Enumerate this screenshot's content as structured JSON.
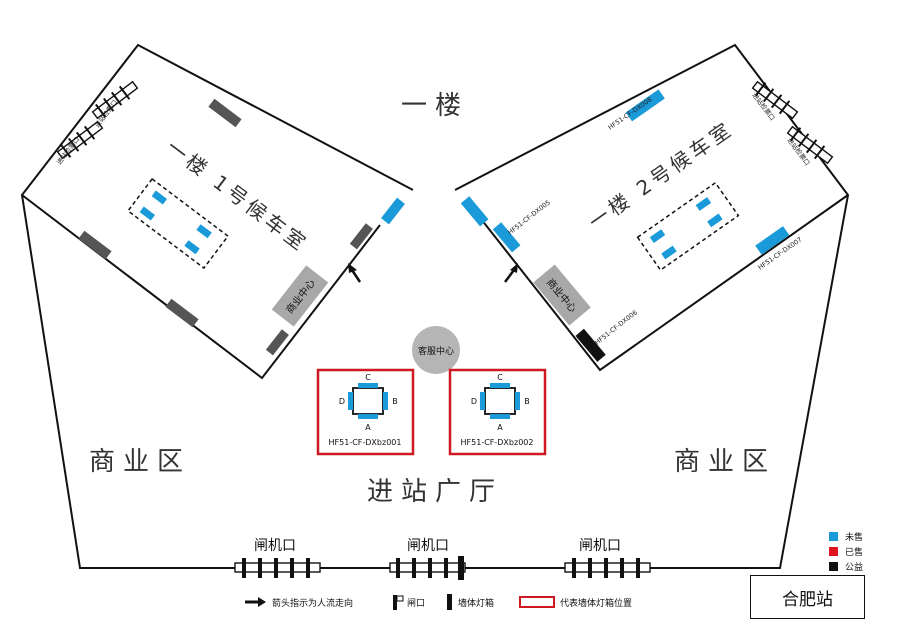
{
  "floor_title": "一楼",
  "left_waiting_room": "一楼 1号候车室",
  "right_waiting_room": "一楼 2号候车室",
  "hall_label": "进站广厅",
  "commercial_left": "商业区",
  "commercial_right": "商业区",
  "business_center": "商业中心",
  "customer_service": "客服中心",
  "ticket_gate": "闸机口",
  "entrance_label": "进站检票口",
  "station_name": "合肥站",
  "wall_boxes": [
    {
      "id": "HF51-CF-DX005",
      "status": "未售"
    },
    {
      "id": "HF51-CF-DX006",
      "status": "公益"
    },
    {
      "id": "HF51-CF-DX007",
      "status": "未售"
    },
    {
      "id": "HF51-CF-DX008",
      "status": "未售"
    }
  ],
  "kiosks": [
    {
      "id": "HF51-CF-DXbz001",
      "faces": [
        "C",
        "D",
        "B",
        "A"
      ]
    },
    {
      "id": "HF51-CF-DXbz002",
      "faces": [
        "C",
        "D",
        "B",
        "A"
      ]
    }
  ],
  "status_legend": [
    {
      "label": "未售",
      "color": "#1a9ad8"
    },
    {
      "label": "已售",
      "color": "#e0141e"
    },
    {
      "label": "公益",
      "color": "#111111"
    }
  ],
  "bottom_legend": {
    "arrow": "箭头指示为人流走向",
    "gate": "闸口",
    "wall_box": "墙体灯箱",
    "frame": "代表墙体灯箱位置"
  }
}
